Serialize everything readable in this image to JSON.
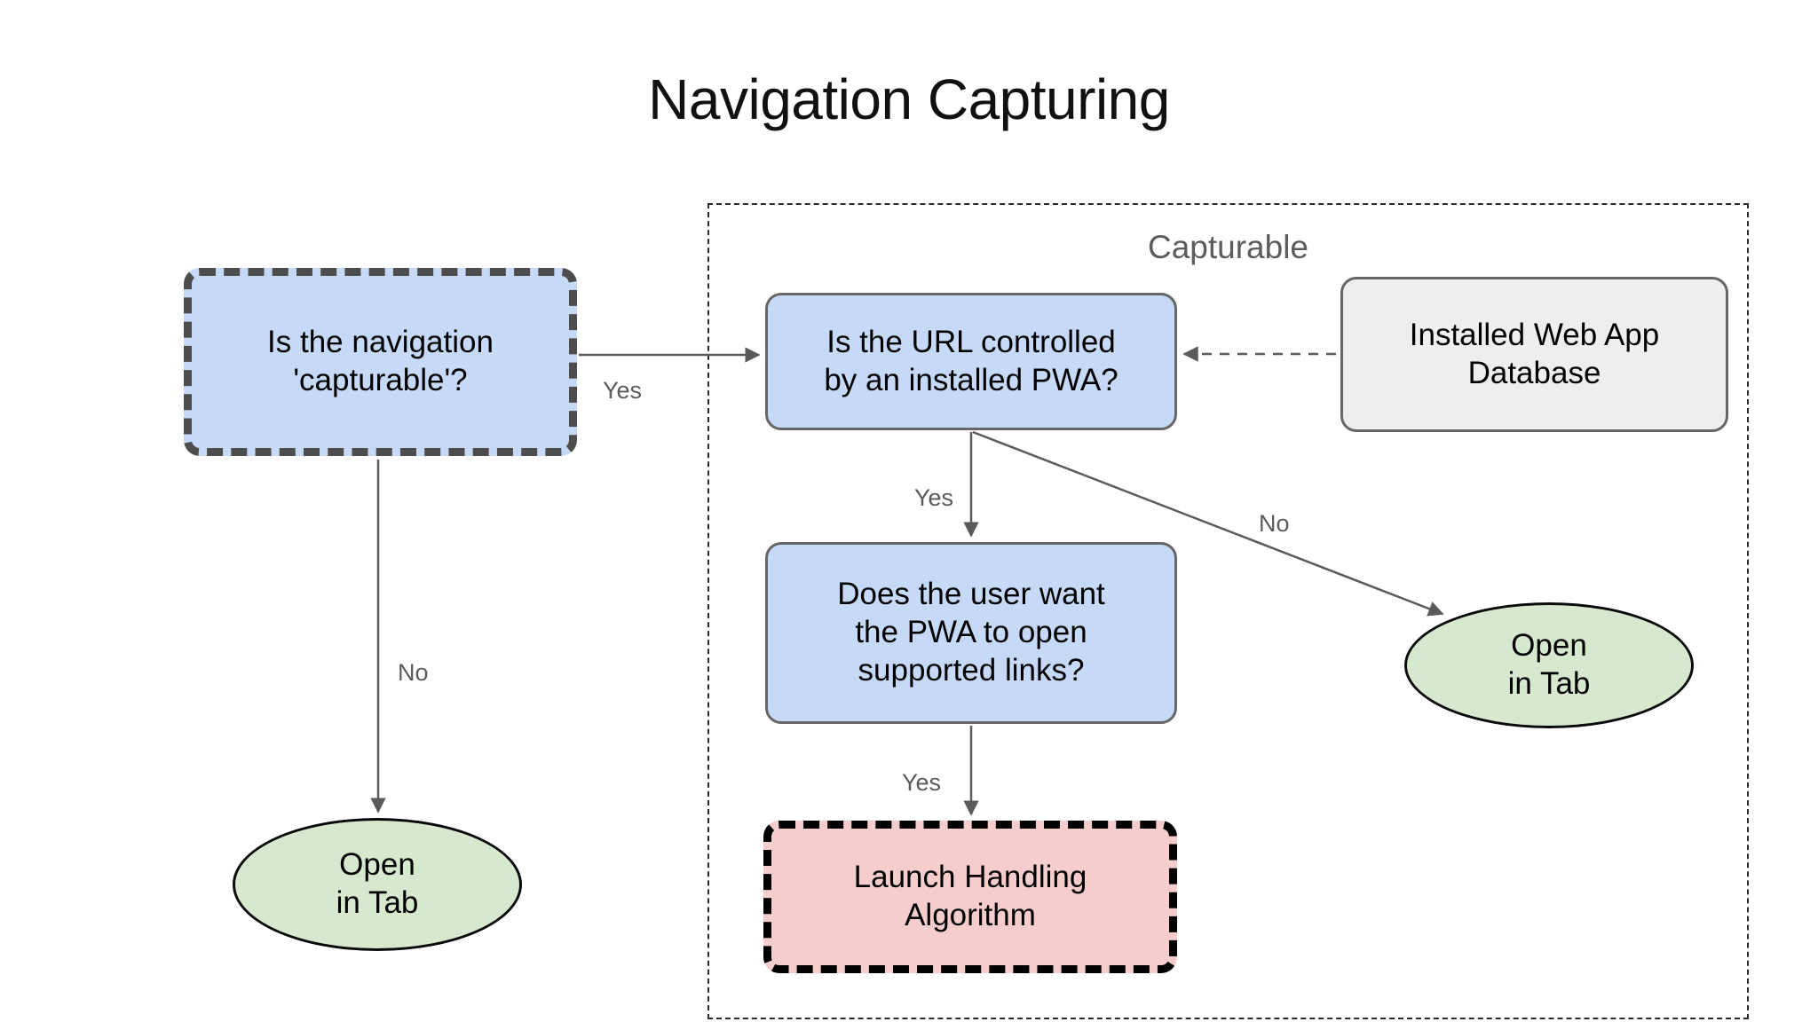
{
  "title": "Navigation Capturing",
  "group": {
    "label": "Capturable"
  },
  "nodes": {
    "is_capturable": {
      "line1": "Is the navigation",
      "line2": "'capturable'?",
      "shape": "rounded-rect",
      "fill": "#c6d9f7",
      "border": "#4d4d4d",
      "border_style": "dashed"
    },
    "url_controlled": {
      "line1": "Is the URL controlled",
      "line2": "by an installed PWA?",
      "shape": "rounded-rect",
      "fill": "#c6d9f7",
      "border": "#666666",
      "border_style": "solid"
    },
    "web_app_db": {
      "line1": "Installed Web App",
      "line2": "Database",
      "shape": "rounded-rect",
      "fill": "#eeeeee",
      "border": "#666666",
      "border_style": "solid"
    },
    "user_want": {
      "line1": "Does the user want",
      "line2": "the PWA to open",
      "line3": "supported links?",
      "shape": "rounded-rect",
      "fill": "#c6d9f7",
      "border": "#666666",
      "border_style": "solid"
    },
    "launch_handling": {
      "line1": "Launch Handling",
      "line2": "Algorithm",
      "shape": "rounded-rect",
      "fill": "#f5cdcd",
      "border": "#000000",
      "border_style": "dashed"
    },
    "open_tab_left": {
      "line1": "Open",
      "line2": "in Tab",
      "shape": "ellipse",
      "fill": "#d6e8ce",
      "border": "#0a0a0a",
      "border_style": "solid"
    },
    "open_tab_right": {
      "line1": "Open",
      "line2": "in Tab",
      "shape": "ellipse",
      "fill": "#d6e8ce",
      "border": "#0a0a0a",
      "border_style": "solid"
    }
  },
  "edges": {
    "capturable_to_url": "Yes",
    "capturable_to_tab": "No",
    "url_to_user_want": "Yes",
    "url_to_tab": "No",
    "user_want_to_launch": "Yes"
  },
  "colors": {
    "decision_fill": "#c6d9f7",
    "datastore_fill": "#eeeeee",
    "algorithm_fill": "#f5cdcd",
    "terminal_fill": "#d6e8ce",
    "edge_stroke": "#5b5b5b",
    "group_border": "#2b2b2b",
    "title_color": "#111111",
    "label_color": "#5b5b5b"
  }
}
